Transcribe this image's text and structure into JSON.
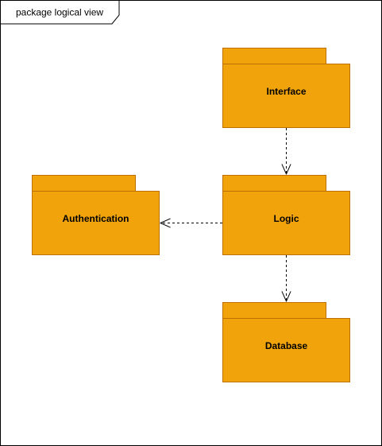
{
  "frame": {
    "label": "package logical view"
  },
  "packages": {
    "interface": {
      "label": "Interface"
    },
    "logic": {
      "label": "Logic"
    },
    "authentication": {
      "label": "Authentication"
    },
    "database": {
      "label": "Database"
    }
  },
  "colors": {
    "package_fill": "#f0a30a",
    "package_stroke": "#bd7000",
    "line": "#000000",
    "background": "#ffffff"
  }
}
